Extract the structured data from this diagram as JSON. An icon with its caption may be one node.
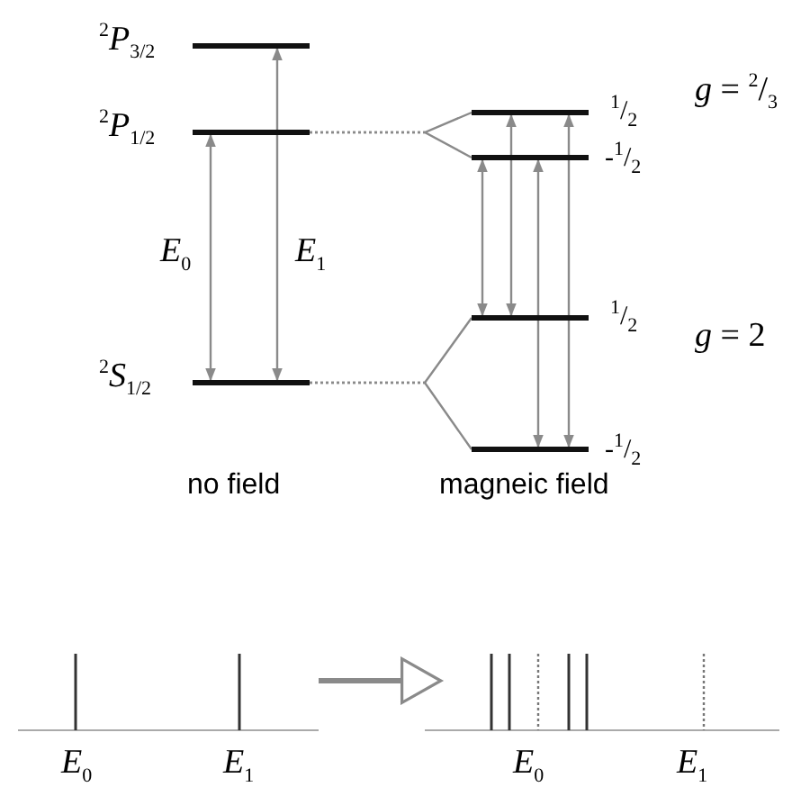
{
  "diagram": {
    "nodes": [
      {
        "text": [],
        "shape": "bar",
        "beside": [
          "$^{2}$*P*$_{3/2}$"
        ]
      },
      {
        "text": [],
        "shape": "bar",
        "beside": [
          "$^{2}$*P*$_{1/2}$"
        ]
      },
      {
        "text": [],
        "shape": "bar",
        "beside": [
          "$^{2}$*S*$_{1/2}$"
        ]
      },
      {
        "text": [],
        "shape": "bar",
        "beside": [
          "$^{1}$/$_{2}$"
        ]
      },
      {
        "text": [],
        "shape": "bar",
        "beside": [
          "-$^{1}$/$_{2}$"
        ]
      },
      {
        "text": [],
        "shape": "bar",
        "beside": [
          "$^{1}$/$_{2}$"
        ]
      },
      {
        "text": [],
        "shape": "bar",
        "beside": [
          "-$^{1}$/$_{2}$"
        ]
      },
      {
        "text": [],
        "shape": "picture",
        "beside": [
          "*E*$_{0}$",
          "*E*$_{1}$"
        ]
      },
      {
        "text": [],
        "shape": "picture",
        "beside": [
          "*E*$_{0}$",
          "*E*$_{1}$"
        ]
      }
    ],
    "edges": [
      {
        "from": 2,
        "to": 1,
        "arrow": "both",
        "label": "*E*$_{0}$"
      },
      {
        "from": 2,
        "to": 0,
        "arrow": "both",
        "label": "*E*$_{1}$"
      },
      {
        "from": 1,
        "to": 3,
        "arrow": "none",
        "style": "dashed"
      },
      {
        "from": 1,
        "to": 4,
        "arrow": "none",
        "style": "dashed"
      },
      {
        "from": 2,
        "to": 5,
        "arrow": "none",
        "style": "dashed"
      },
      {
        "from": 2,
        "to": 6,
        "arrow": "none",
        "style": "dashed"
      },
      {
        "from": 4,
        "to": 5,
        "arrow": "both"
      },
      {
        "from": 3,
        "to": 5,
        "arrow": "both"
      },
      {
        "from": 4,
        "to": 6,
        "arrow": "both"
      },
      {
        "from": 3,
        "to": 6,
        "arrow": "both"
      },
      {
        "from": 7,
        "to": 8,
        "arrow": "to",
        "style": "thick"
      }
    ],
    "labels": [
      "*g* = $^{2}$/$_{3}$",
      "*g* = 2",
      "no field",
      "magneic field"
    ]
  }
}
